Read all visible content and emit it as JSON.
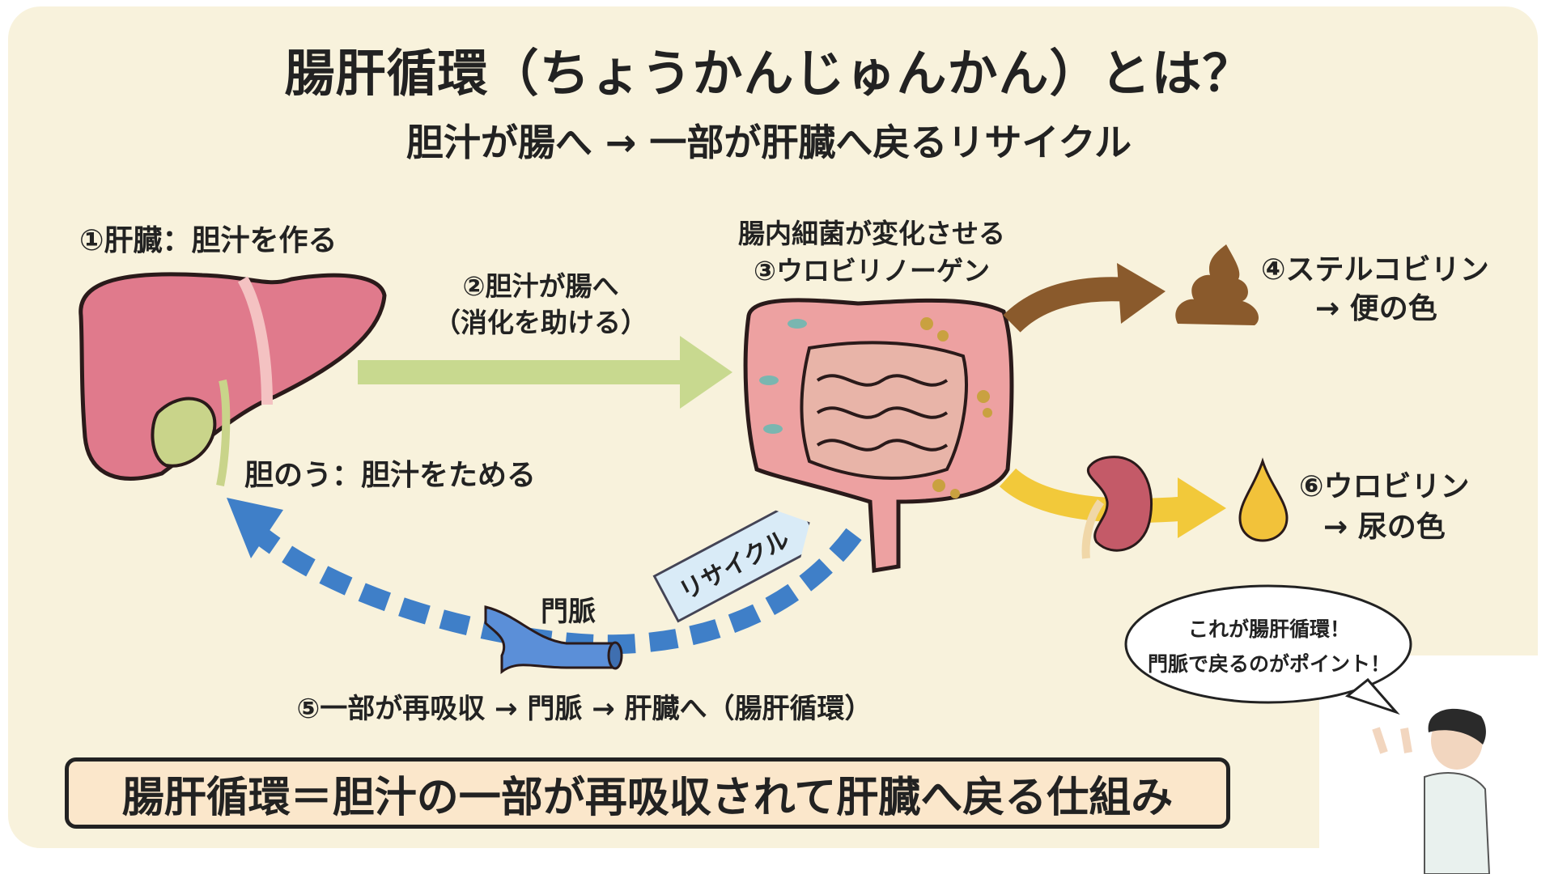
{
  "title": "腸肝循環（ちょうかんじゅんかん）とは？",
  "subtitle": "胆汁が腸へ → 一部が肝臓へ戻るリサイクル",
  "steps": {
    "liver": "①肝臓：胆汁を作る",
    "bile_to_gut_1": "②胆汁が腸へ",
    "bile_to_gut_2": "（消化を助ける）",
    "bacteria": "腸内細菌が変化させる",
    "urobilinogen": "③ウロビリノーゲン",
    "stercobilin_1": "④ステルコビリン",
    "stercobilin_2": "→ 便の色",
    "urobilin_1": "⑥ウロビリン",
    "urobilin_2": "→ 尿の色",
    "gallbladder": "胆のう：胆汁をためる",
    "portal_vein": "門脈",
    "reabsorb": "⑤一部が再吸収 → 門脈 → 肝臓へ（腸肝循環）"
  },
  "tag": "リサイクル",
  "summary": "腸肝循環＝胆汁の一部が再吸収されて肝臓へ戻る仕組み",
  "bubble": {
    "line1": "これが腸肝循環！",
    "line2": "門脈で戻るのがポイント！"
  },
  "colors": {
    "background": "#f8f2dc",
    "liver": "#e07a8c",
    "gallbladder": "#c9d48a",
    "green_arrow": "#c8d98f",
    "brown_arrow": "#8a5a2c",
    "yellow_arrow": "#f2c93a",
    "portal_blue": "#3f7fc8",
    "summary_fill": "#fbe7cb"
  }
}
